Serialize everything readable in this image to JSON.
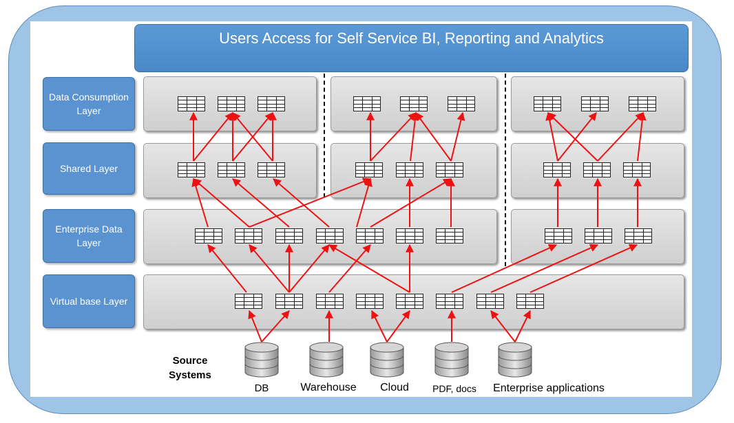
{
  "title": "Users Access for Self Service BI, Reporting and Analytics",
  "layers": {
    "consumption": "Data Consumption Layer",
    "shared": "Shared Layer",
    "enterprise": "Enterprise Data Layer",
    "virtual": "Virtual base Layer"
  },
  "source_systems_label": "Source Systems",
  "sources": {
    "db": "DB",
    "warehouse": "Warehouse",
    "cloud": "Cloud",
    "pdf": "PDF, docs",
    "enterprise_apps": "Enterprise applications"
  },
  "colors": {
    "frame": "#9ec4e6",
    "label_blue": "#5b93d0",
    "arrow": "#ee1111",
    "panel_gray": "#d9d9d9"
  },
  "icons": [
    "table-icon",
    "database-icon",
    "arrow"
  ]
}
